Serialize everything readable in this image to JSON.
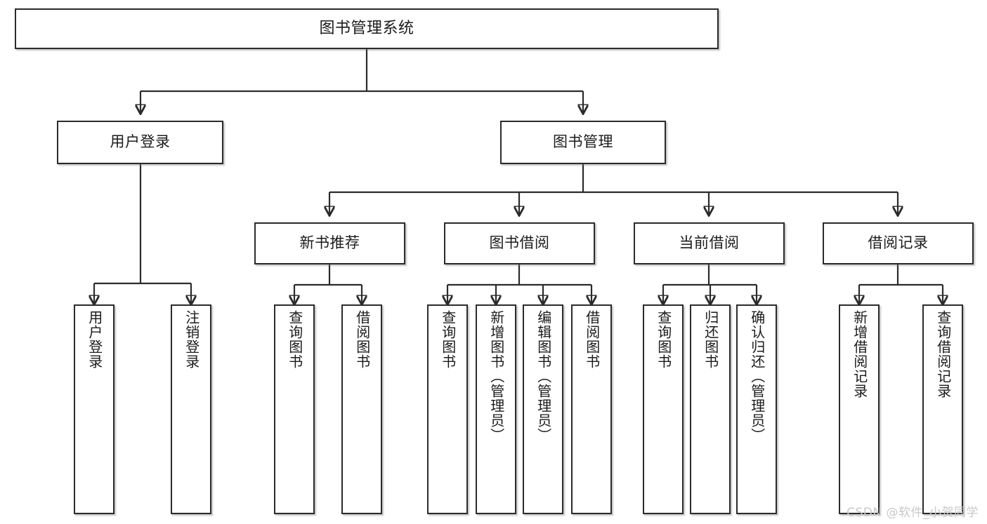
{
  "diagram": {
    "title": "图书管理系统",
    "type": "hierarchy-tree",
    "watermark": "CSDN @软件_小贺同学",
    "colors": {
      "box_border": "#2b2b2b",
      "box_fill": "#ffffff",
      "line": "#2b2b2b",
      "text": "#1b1b1b",
      "watermark": "#c9c9c9"
    },
    "nodes": {
      "root": {
        "label": "图书管理系统"
      },
      "level2": [
        {
          "label": "用户登录"
        },
        {
          "label": "图书管理"
        }
      ],
      "level3": [
        {
          "label": "新书推荐"
        },
        {
          "label": "图书借阅"
        },
        {
          "label": "当前借阅"
        },
        {
          "label": "借阅记录"
        }
      ],
      "leaves": {
        "user_login": [
          {
            "label": "用户登录"
          },
          {
            "label": "注销登录"
          }
        ],
        "new_book_recommend": [
          {
            "label": "查询图书"
          },
          {
            "label": "借阅图书"
          }
        ],
        "book_borrow": [
          {
            "label": "查询图书"
          },
          {
            "label": "新增图书（管理员）"
          },
          {
            "label": "编辑图书（管理员）"
          },
          {
            "label": "借阅图书"
          }
        ],
        "current_borrow": [
          {
            "label": "查询图书"
          },
          {
            "label": "归还图书"
          },
          {
            "label": "确认归还（管理员）"
          }
        ],
        "borrow_record": [
          {
            "label": "新增借阅记录"
          },
          {
            "label": "查询借阅记录"
          }
        ]
      }
    }
  }
}
